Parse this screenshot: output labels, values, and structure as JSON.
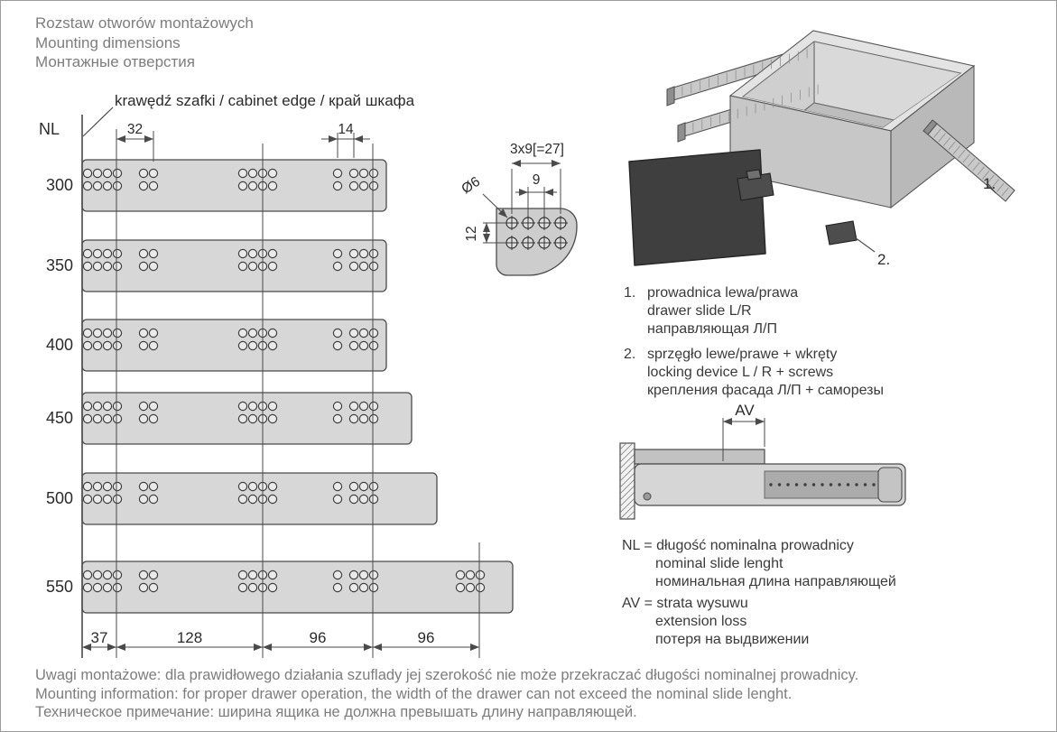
{
  "header": {
    "title_pl": "Rozstaw otworów montażowych",
    "title_en": "Mounting dimensions",
    "title_ru": "Монтажные отверстия"
  },
  "chart": {
    "cabinet_edge_label": "krawędź szafki / cabinet edge / край шкафа",
    "nl_label": "NL",
    "lengths": [
      "300",
      "350",
      "400",
      "450",
      "500",
      "550"
    ],
    "dim_32": "32",
    "dim_14": "14",
    "bottom_dims": [
      "37",
      "128",
      "96",
      "96"
    ]
  },
  "detail": {
    "pitch": "3x9[=27]",
    "nine": "9",
    "diameter": "Ø6",
    "twelve": "12"
  },
  "iso": {
    "callout_1": "1.",
    "callout_2": "2."
  },
  "legend": {
    "item1": {
      "num": "1.",
      "pl": "prowadnica lewa/prawa",
      "en": "drawer slide L/R",
      "ru": "направляющая Л/П"
    },
    "item2": {
      "num": "2.",
      "pl": "sprzęgło lewe/prawe + wkręty",
      "en": "locking device L / R + screws",
      "ru": "крепления фасада Л/П + саморезы"
    }
  },
  "side_view": {
    "av_label": "AV"
  },
  "definitions": {
    "nl_line1": "NL = długość nominalna prowadnicy",
    "nl_line2": "nominal slide lenght",
    "nl_line3": "номинальная длина направляющей",
    "av_line1": "AV = strata wysuwu",
    "av_line2": "extension loss",
    "av_line3": "потеря на выдвижении"
  },
  "footer": {
    "pl": "Uwagi montażowe: dla prawidłowego działania szuflady jej szerokość nie może przekraczać długości nominalnej prowadnicy.",
    "en": "Mounting information: for proper drawer operation, the width of the drawer can not exceed the nominal slide lenght.",
    "ru": "Техническое примечание: ширина ящика не должна превышать длину направляющей."
  }
}
